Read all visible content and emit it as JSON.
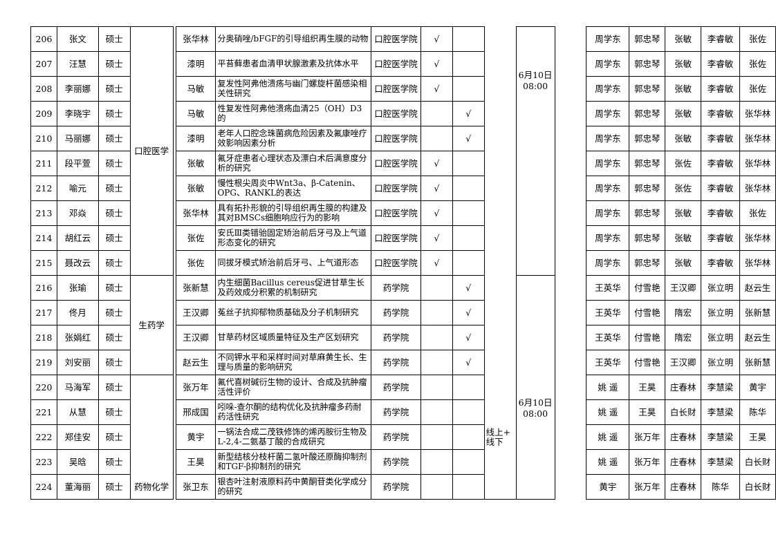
{
  "rows": [
    {
      "no": "206",
      "name": "张文",
      "degree": "硕士",
      "advisor": "张华林",
      "title": "分奥硝唑/bFGF的引导组织再生膜的动物",
      "college": "口腔医学院",
      "c1": "√",
      "c2": "",
      "c3": "",
      "j1": "周学东",
      "j2": "郭忠琴",
      "j3": "张敏",
      "j4": "李睿敏",
      "j5": "张佐"
    },
    {
      "no": "207",
      "name": "汪慧",
      "degree": "硕士",
      "advisor": "漆明",
      "title": "平苔藓患者血清甲状腺激素及抗体水平",
      "college": "口腔医学院",
      "c1": "√",
      "c2": "",
      "c3": "",
      "j1": "周学东",
      "j2": "郭忠琴",
      "j3": "张敏",
      "j4": "李睿敏",
      "j5": "张佐"
    },
    {
      "no": "208",
      "name": "李丽娜",
      "degree": "硕士",
      "advisor": "马敏",
      "title": "复发性阿弗他溃疡与幽门螺旋杆菌感染相关性研究",
      "college": "口腔医学院",
      "c1": "√",
      "c2": "",
      "c3": "",
      "j1": "周学东",
      "j2": "郭忠琴",
      "j3": "张敏",
      "j4": "李睿敏",
      "j5": "张佐"
    },
    {
      "no": "209",
      "name": "李晓宇",
      "degree": "硕士",
      "advisor": "马敏",
      "title": "性复发性阿弗他溃疡血清25（OH）D3的",
      "college": "口腔医学院",
      "c1": "",
      "c2": "√",
      "c3": "",
      "j1": "周学东",
      "j2": "郭忠琴",
      "j3": "张敏",
      "j4": "李睿敏",
      "j5": "张华林"
    },
    {
      "no": "210",
      "name": "马丽娜",
      "degree": "硕士",
      "advisor": "漆明",
      "title": "老年人口腔念珠菌病危险因素及氟康唑疗效影响因素分析",
      "college": "口腔医学院",
      "c1": "",
      "c2": "√",
      "c3": "",
      "j1": "周学东",
      "j2": "郭忠琴",
      "j3": "张敏",
      "j4": "李睿敏",
      "j5": "张华林"
    },
    {
      "no": "211",
      "name": "段平萱",
      "degree": "硕士",
      "advisor": "张敏",
      "title": "氟牙症患者心理状态及漂白术后满意度分析的研究",
      "college": "口腔医学院",
      "c1": "√",
      "c2": "",
      "c3": "",
      "j1": "周学东",
      "j2": "郭忠琴",
      "j3": "张佐",
      "j4": "李睿敏",
      "j5": "张华林"
    },
    {
      "no": "212",
      "name": "喻元",
      "degree": "硕士",
      "advisor": "张敏",
      "title": "慢性根尖周炎中Wnt3a、β-Catenin、OPG、RANKL的表达",
      "college": "口腔医学院",
      "c1": "√",
      "c2": "",
      "c3": "",
      "j1": "周学东",
      "j2": "郭忠琴",
      "j3": "张佐",
      "j4": "李睿敏",
      "j5": "张华林"
    },
    {
      "no": "213",
      "name": "邓焱",
      "degree": "硕士",
      "advisor": "张华林",
      "title": "具有拓扑形貌的引导组织再生膜的构建及其对BMSCs细胞响应行为的影响",
      "college": "口腔医学院",
      "c1": "√",
      "c2": "",
      "c3": "",
      "j1": "周学东",
      "j2": "郭忠琴",
      "j3": "张敏",
      "j4": "李睿敏",
      "j5": "张佐"
    },
    {
      "no": "214",
      "name": "胡红云",
      "degree": "硕士",
      "advisor": "张佐",
      "title": "安氏Ⅲ类错骀固定矫治前后牙弓及上气道形态变化的研究",
      "college": "口腔医学院",
      "c1": "√",
      "c2": "",
      "c3": "",
      "j1": "周学东",
      "j2": "郭忠琴",
      "j3": "张敏",
      "j4": "李睿敏",
      "j5": "张华林"
    },
    {
      "no": "215",
      "name": "聂改云",
      "degree": "硕士",
      "advisor": "张佐",
      "title": "同拔牙模式矫治前后牙弓、上气道形态",
      "college": "口腔医学院",
      "c1": "√",
      "c2": "",
      "c3": "",
      "j1": "周学东",
      "j2": "郭忠琴",
      "j3": "张敏",
      "j4": "李睿敏",
      "j5": "张华林"
    },
    {
      "no": "216",
      "name": "张瑜",
      "degree": "硕士",
      "advisor": "张新慧",
      "title": "内生细菌Bacillus cereus促进甘草生长及药效成分积累的机制研究",
      "college": "药学院",
      "c1": "",
      "c2": "√",
      "c3": "",
      "j1": "王英华",
      "j2": "付雪艳",
      "j3": "王汉卿",
      "j4": "张立明",
      "j5": "赵云生"
    },
    {
      "no": "217",
      "name": "佟月",
      "degree": "硕士",
      "advisor": "王汉卿",
      "title": "菟丝子抗抑郁物质基础及分子机制研究",
      "college": "药学院",
      "c1": "",
      "c2": "√",
      "c3": "",
      "j1": "王英华",
      "j2": "付雪艳",
      "j3": "隋宏",
      "j4": "张立明",
      "j5": "张新慧"
    },
    {
      "no": "218",
      "name": "张娟红",
      "degree": "硕士",
      "advisor": "王汉卿",
      "title": "甘草药材区域质量特征及生产区划研究",
      "college": "药学院",
      "c1": "",
      "c2": "√",
      "c3": "",
      "j1": "王英华",
      "j2": "付雪艳",
      "j3": "隋宏",
      "j4": "张立明",
      "j5": "赵云生"
    },
    {
      "no": "219",
      "name": "刘安丽",
      "degree": "硕士",
      "advisor": "赵云生",
      "title": "不同钾水平和采样时间对草麻黄生长、生理与质量的影响研究",
      "college": "药学院",
      "c1": "",
      "c2": "√",
      "c3": "",
      "j1": "王英华",
      "j2": "付雪艳",
      "j3": "王汉卿",
      "j4": "张立明",
      "j5": "张新慧"
    },
    {
      "no": "220",
      "name": "马海军",
      "degree": "硕士",
      "advisor": "张万年",
      "title": "氟代喜树碱衍生物的设计、合成及抗肿瘤活性评价",
      "college": "药学院",
      "c1": "",
      "c2": "",
      "c3": "",
      "j1": "姚 遥",
      "j2": "王昊",
      "j3": "庄春林",
      "j4": "李慧梁",
      "j5": "黄宇"
    },
    {
      "no": "221",
      "name": "从慧",
      "degree": "硕士",
      "advisor": "邢成国",
      "title": "吲哚-查尔酮的结构优化及抗肿瘤多药耐药活性研究",
      "college": "药学院",
      "c1": "",
      "c2": "",
      "c3": "",
      "j1": "姚 遥",
      "j2": "王昊",
      "j3": "白长财",
      "j4": "李慧梁",
      "j5": "陈华"
    },
    {
      "no": "222",
      "name": "郑佳安",
      "degree": "硕士",
      "advisor": "黄宇",
      "title": "一锅法合成二茂铁修饰的烯丙胺衍生物及L-2,4-二氨基丁酸的合成研究",
      "college": "药学院",
      "c1": "",
      "c2": "",
      "c3": "",
      "j1": "姚 遥",
      "j2": "张万年",
      "j3": "庄春林",
      "j4": "李慧梁",
      "j5": "王昊"
    },
    {
      "no": "223",
      "name": "吴晗",
      "degree": "硕士",
      "advisor": "王昊",
      "title": "新型结核分枝杆菌二氢叶酸还原酶抑制剂和TGF-β抑制剂的研究",
      "college": "药学院",
      "c1": "",
      "c2": "",
      "c3": "",
      "j1": "姚 遥",
      "j2": "张万年",
      "j3": "庄春林",
      "j4": "李慧梁",
      "j5": "白长财"
    },
    {
      "no": "224",
      "name": "董海丽",
      "degree": "硕士",
      "advisor": "张卫东",
      "title": "银杏叶注射液原料药中黄酮苷类化学成分的研究",
      "college": "药学院",
      "c1": "",
      "c2": "",
      "c3": "",
      "j1": "黄宇",
      "j2": "张万年",
      "j3": "庄春林",
      "j4": "陈华",
      "j5": "白长财"
    }
  ],
  "major_oral": "口腔医学",
  "major_pharmacognosy": "生药学",
  "major_medchem": "药物化学",
  "time_1": "6月10日\n08:00",
  "time_2": "6月10日\n08:00",
  "mode_label": "线上+\n线下"
}
